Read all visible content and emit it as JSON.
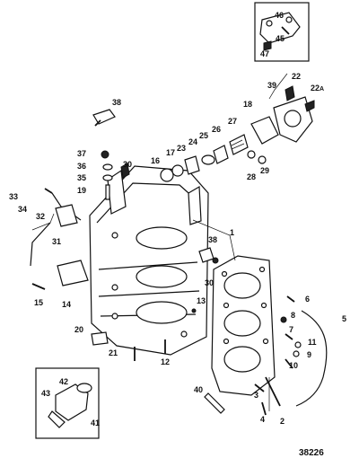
{
  "figure_number": "38226",
  "callouts": {
    "c1": "1",
    "c2": "2",
    "c3": "3",
    "c4": "4",
    "c5": "5",
    "c6": "6",
    "c7": "7",
    "c8": "8",
    "c9": "9",
    "c10": "10",
    "c11": "11",
    "c12": "12",
    "c13": "13",
    "c14": "14",
    "c15": "15",
    "c16": "16",
    "c17": "17",
    "c18": "18",
    "c19": "19",
    "c20": "20",
    "c21": "21",
    "c22": "22",
    "c22a": "22",
    "c22a_suffix": "A",
    "c23": "23",
    "c24": "24",
    "c25": "25",
    "c26": "26",
    "c27": "27",
    "c28": "28",
    "c29": "29",
    "c30a": "30",
    "c30b": "30",
    "c31": "31",
    "c32": "32",
    "c33": "33",
    "c34": "34",
    "c35": "35",
    "c36": "36",
    "c37": "37",
    "c38a": "38",
    "c38b": "38",
    "c39": "39",
    "c40": "40",
    "c41": "41",
    "c42": "42",
    "c43": "43",
    "c45": "45",
    "c46": "46",
    "c47": "47"
  }
}
